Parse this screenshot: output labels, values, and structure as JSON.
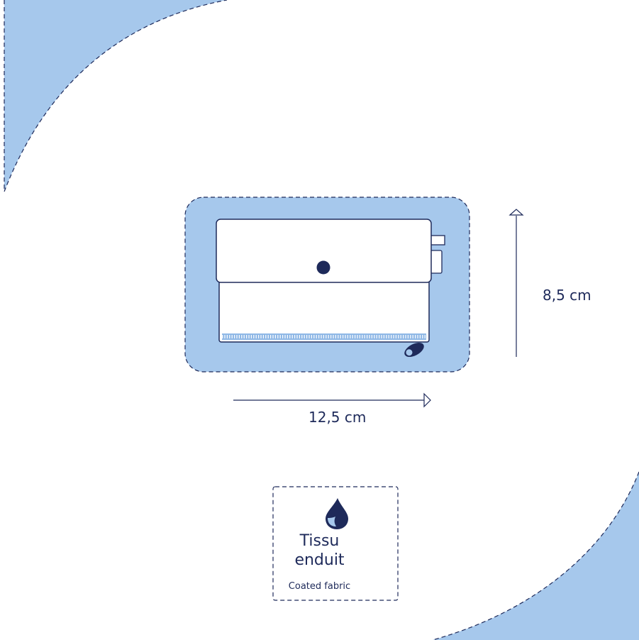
{
  "dimensions": {
    "width_label": "12,5 cm",
    "height_label": "8,5 cm"
  },
  "badge": {
    "icon": "water-drop-icon",
    "title_line1": "Tissu",
    "title_line2": "enduit",
    "subtitle": "Coated fabric"
  },
  "colors": {
    "accent_blue": "#a6c8ec",
    "navy": "#1e2a5a",
    "zipper_blue": "#8fb8e6",
    "background": "#ffffff"
  }
}
